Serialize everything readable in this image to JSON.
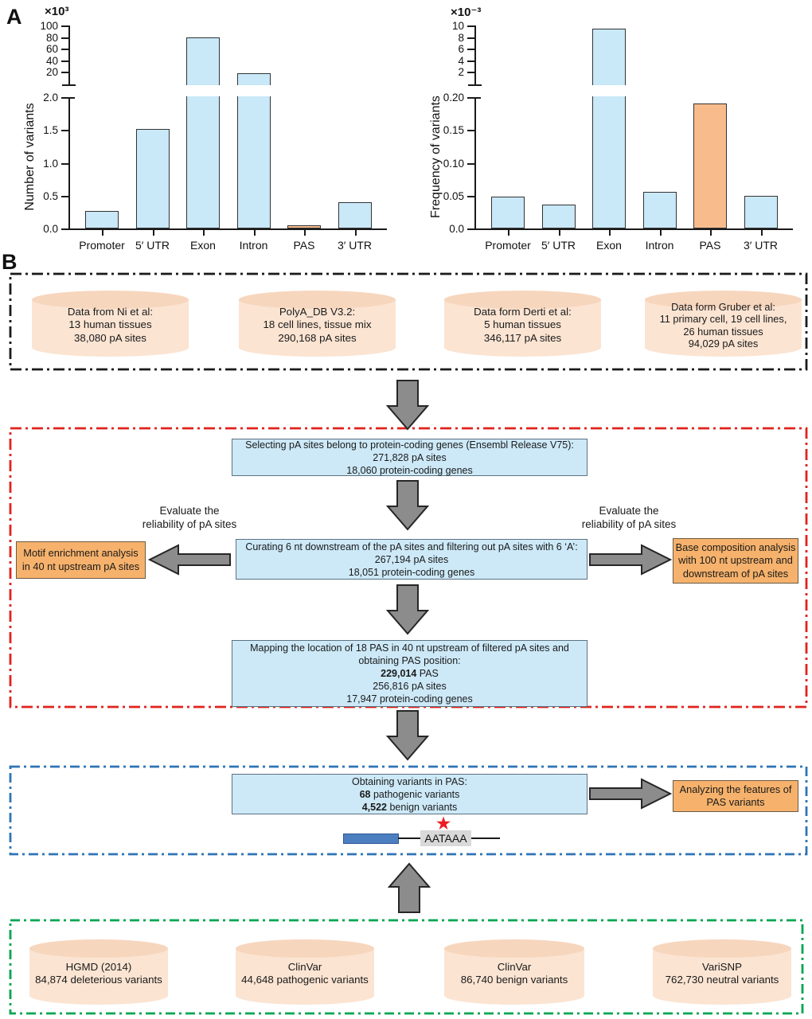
{
  "panels": {
    "a_label": "A",
    "b_label": "B"
  },
  "colors": {
    "bar-blue": "#C9E8F8",
    "bar-orange": "#F8BC8C",
    "bar-border": "#333333",
    "axis": "#1a1a1a",
    "cyl-fill": "#FBE4D2",
    "cyl-top": "#F7D6BE",
    "proc-fill": "#CDE9F8",
    "proc-border": "#5B7282",
    "orange-fill": "#F6B26C",
    "orange-border": "#6B5B45",
    "arrow-fill": "#8C8C8C",
    "arrow-border": "#262626",
    "gene-blue": "#4C7FBF",
    "gene-blue-border": "#2F5496",
    "pas-gray": "#D9D9D9",
    "star-red": "#EC1C24"
  },
  "chart_data": [
    {
      "type": "bar",
      "title": "",
      "ylabel": "Number of variants",
      "xlabel": "",
      "scale_label": "×10³",
      "axis_break": true,
      "categories": [
        "Promoter",
        "5′ UTR",
        "Exon",
        "Intron",
        "PAS",
        "3′ UTR"
      ],
      "values": [
        0.27,
        1.52,
        80,
        17,
        0.05,
        0.4
      ],
      "values_unit": "×10³ variants",
      "bar_axis": [
        "lower",
        "lower",
        "upper",
        "upper",
        "lower",
        "lower"
      ],
      "bar_color_keys": [
        "blue",
        "blue",
        "blue",
        "blue",
        "orange",
        "blue"
      ],
      "lower_ticks": [
        "0.0",
        "0.5",
        "1.0",
        "1.5",
        "2.0"
      ],
      "lower_max": 2.0,
      "upper_ticks": [
        "20",
        "40",
        "60",
        "80",
        "100"
      ],
      "upper_min": 20,
      "upper_max": 100
    },
    {
      "type": "bar",
      "title": "",
      "ylabel": "Frequency of variants",
      "xlabel": "",
      "scale_label": "×10⁻³",
      "axis_break": true,
      "categories": [
        "Promoter",
        "5′ UTR",
        "Exon",
        "Intron",
        "PAS",
        "3′ UTR"
      ],
      "values": [
        0.048,
        0.036,
        9.5,
        0.056,
        0.19,
        0.05
      ],
      "values_unit": "×10⁻³ frequency",
      "bar_axis": [
        "lower",
        "lower",
        "upper",
        "lower",
        "lower",
        "lower"
      ],
      "bar_color_keys": [
        "blue",
        "blue",
        "blue",
        "blue",
        "orange",
        "blue"
      ],
      "lower_ticks": [
        "0.0",
        "0.05",
        "0.10",
        "0.15",
        "0.20"
      ],
      "lower_max": 0.2,
      "upper_ticks": [
        "2",
        "4",
        "6",
        "8",
        "10"
      ],
      "upper_min": 2,
      "upper_max": 10
    }
  ],
  "flow": {
    "section1": {
      "border_color": "#1A1A1A",
      "cylinders": [
        {
          "lines": [
            "Data from Ni et al:",
            "13 human tissues",
            "38,080 pA sites"
          ]
        },
        {
          "lines": [
            "PolyA_DB V3.2:",
            "18 cell lines, tissue mix",
            "290,168 pA sites"
          ]
        },
        {
          "lines": [
            "Data form Derti et al:",
            "5 human tissues",
            "346,117 pA sites"
          ]
        },
        {
          "lines": [
            "Data form Gruber et al:",
            "11 primary cell, 19 cell lines,",
            "26 human tissues",
            "94,029 pA sites"
          ]
        }
      ]
    },
    "section2": {
      "border_color": "#E0231C",
      "select_box": {
        "lines": [
          "Selecting pA sites belong to protein-coding genes (Ensembl  Release V75):",
          "271,828 pA sites",
          "18,060 protein-coding genes"
        ]
      },
      "evaluate_left": {
        "lines": [
          "Evaluate the",
          "reliability of pA sites"
        ]
      },
      "evaluate_right": {
        "lines": [
          "Evaluate the",
          "reliability of pA sites"
        ]
      },
      "motif_box": {
        "lines": [
          "Motif enrichment analysis",
          "in 40 nt upstream pA sites"
        ]
      },
      "curate_box": {
        "lines": [
          "Curating 6 nt downstream of the pA sites and filtering out pA sites with 6 ‘A’:",
          "267,194 pA sites",
          "18,051 protein-coding genes"
        ]
      },
      "base_box": {
        "lines": [
          "Base composition analysis",
          "with 100 nt upstream and",
          "downstream of pA sites"
        ]
      },
      "mapping_box": {
        "line1": "Mapping the location of 18 PAS in 40 nt upstream of filtered pA sites and",
        "line2": "obtaining PAS position:",
        "line3_bold": "229,014",
        "line3_rest": " PAS",
        "line4": "256,816 pA sites",
        "line5": "17,947 protein-coding genes"
      }
    },
    "section3": {
      "border_color": "#2E74B5",
      "obtain_box": {
        "line1": "Obtaining variants in PAS:",
        "line2_bold": "68",
        "line2_rest": " pathogenic variants",
        "line3_bold": "4,522",
        "line3_rest": " benign variants"
      },
      "analyze_box": {
        "lines": [
          "Analyzing the features of",
          "PAS variants"
        ]
      },
      "gene_diagram": {
        "pas_label": "AATAAA",
        "star": "★"
      }
    },
    "section4": {
      "border_color": "#00A550",
      "cylinders": [
        {
          "lines": [
            "HGMD (2014)",
            "84,874 deleterious variants"
          ]
        },
        {
          "lines": [
            "ClinVar",
            "44,648 pathogenic variants"
          ]
        },
        {
          "lines": [
            "ClinVar",
            "86,740 benign variants"
          ]
        },
        {
          "lines": [
            "VariSNP",
            "762,730 neutral variants"
          ]
        }
      ]
    }
  }
}
